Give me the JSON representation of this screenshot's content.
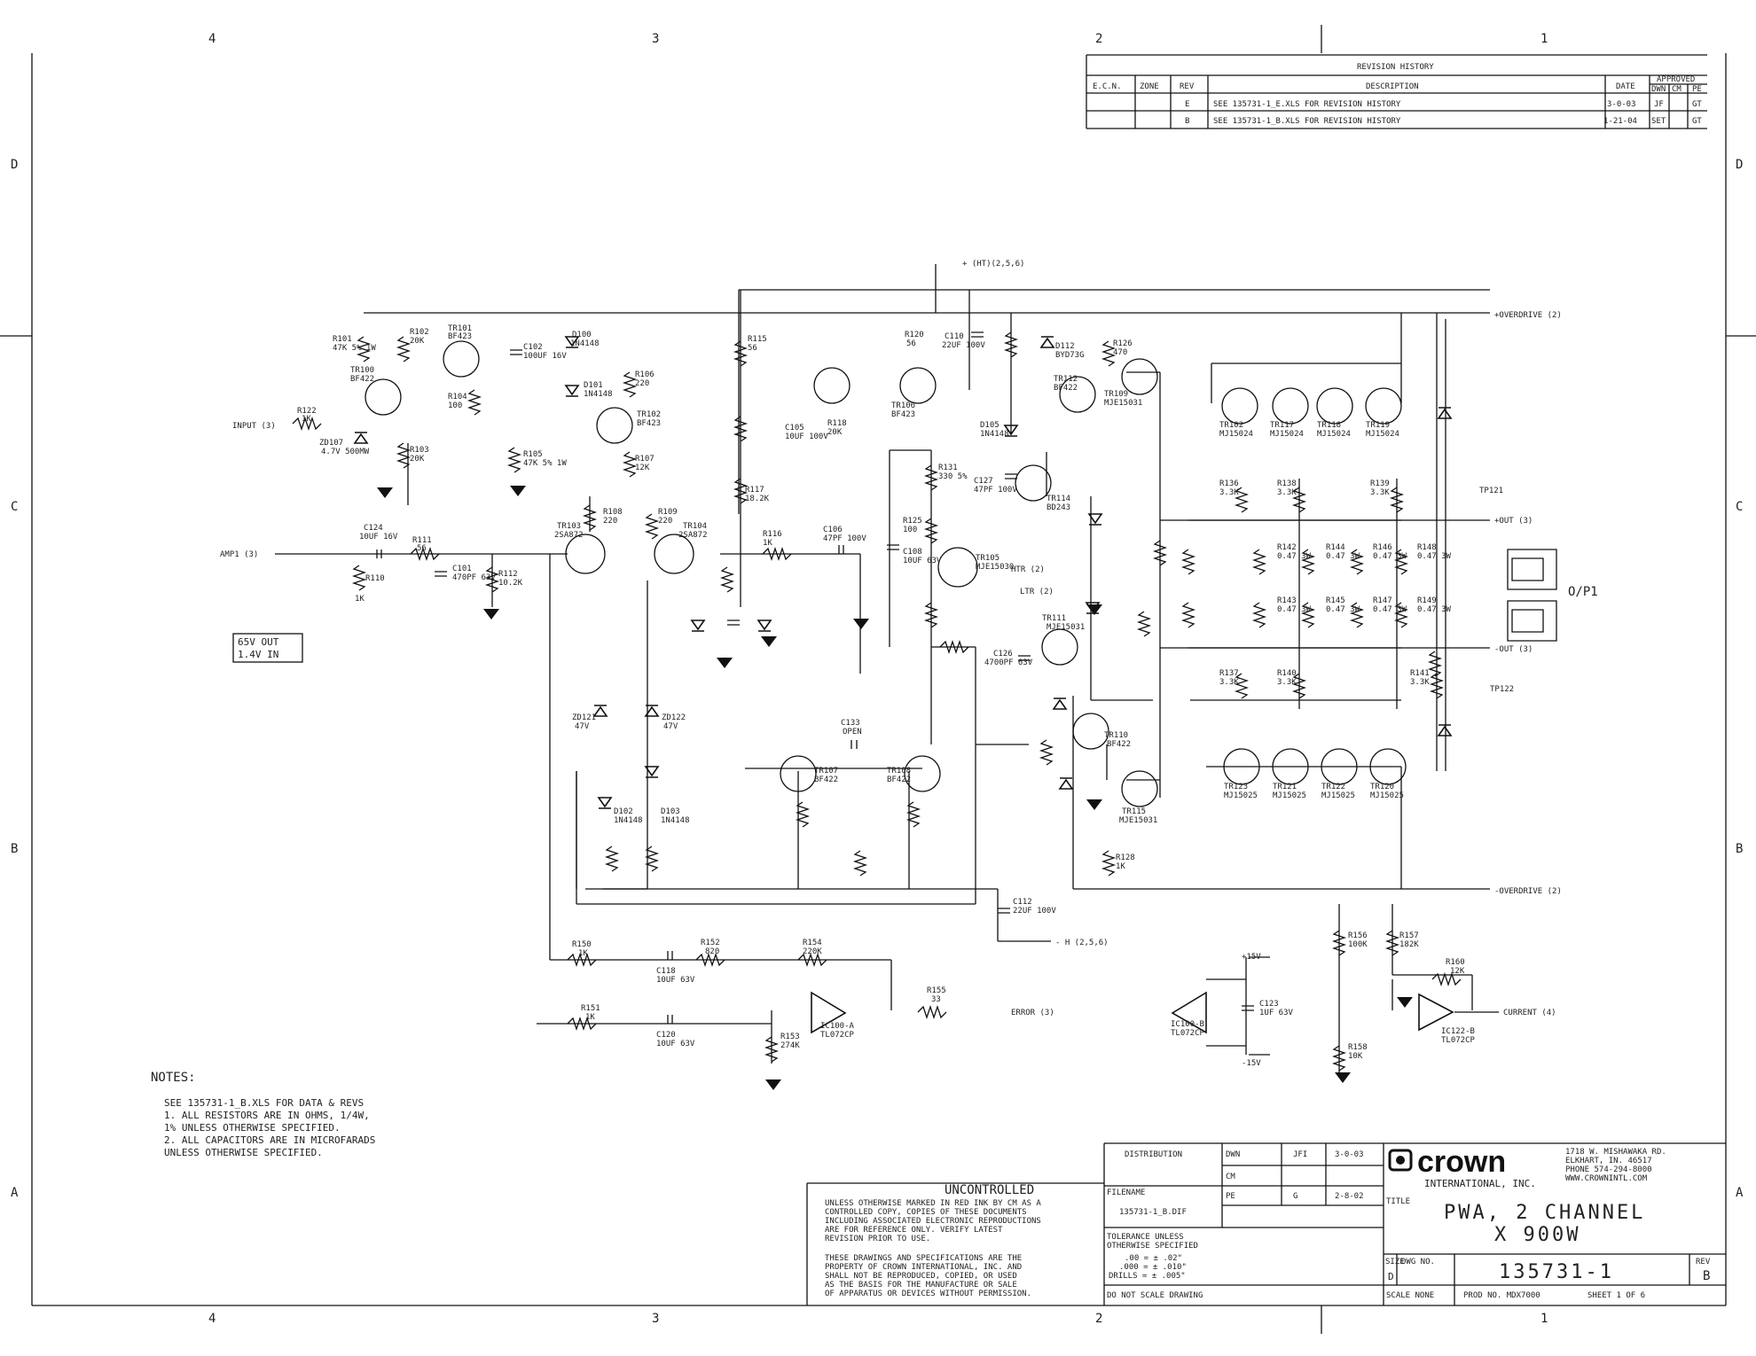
{
  "zones": {
    "top": [
      "4",
      "3",
      "2",
      "1"
    ],
    "side": [
      "D",
      "C",
      "B",
      "A"
    ]
  },
  "revision_history": {
    "title": "REVISION HISTORY",
    "headers": [
      "E.C.N.",
      "ZONE",
      "REV",
      "DESCRIPTION",
      "DATE",
      "APPROVED",
      "DWN",
      "CM",
      "PE"
    ],
    "rows": [
      {
        "rev": "E",
        "description": "SEE 135731-1_E.XLS FOR REVISION HISTORY",
        "date": "3-0-03",
        "dwn": "JF",
        "pe": "GT"
      },
      {
        "rev": "B",
        "description": "SEE 135731-1_B.XLS FOR REVISION HISTORY",
        "date": "1-21-04",
        "dwn": "SET",
        "pe": "GT"
      }
    ]
  },
  "nets": {
    "top_rail": "+ (HT)(2,5,6)",
    "override_pos": "+OVERDRIVE (2)",
    "override_neg": "-OVERDRIVE (2)",
    "out_pos": "+OUT (3)",
    "out_neg": "-OUT (3)",
    "bottom_rail": "- H (2,5,6)",
    "input_left": "INPUT (3)",
    "input_amp": "AMP1 (3)",
    "error": "ERROR (3)",
    "current_limit": "CURRENT (4)",
    "htr": "HTR (2)",
    "ltr": "LTR (2)",
    "pos15": "+15V",
    "neg15": "-15V"
  },
  "components": {
    "r101": "R101",
    "r101_val": "47K 5% 1W",
    "r102": "R102",
    "r102_val": "20K",
    "r103": "R103",
    "r103_val": "20K",
    "r104": "R104",
    "r104_val": "100",
    "r105": "R105",
    "r105_val": "47K 5% 1W",
    "r106": "R106",
    "r106_val": "220",
    "r107": "R107",
    "r107_val": "12K",
    "r108": "R108",
    "r108_val": "220",
    "r109": "R109",
    "r109_val": "220",
    "r110": "R110",
    "r110_val": "1K",
    "r111": "R111",
    "r111_val": "56",
    "r112": "R112",
    "r112_val": "10.2K",
    "r115": "R115",
    "r115_val": "56",
    "r116": "R116",
    "r116_val": "1K",
    "r117": "R117",
    "r117_val": "18.2K",
    "r118": "R118",
    "r118_val": "20K",
    "r120": "R120",
    "r120_val": "56",
    "r122": "R122",
    "r122_val": "1K",
    "r125": "R125",
    "r125_val": "100",
    "r126": "R126",
    "r126_val": "470",
    "r128": "R128",
    "r128_val": "1K",
    "r131": "R131",
    "r131_val": "330 5%",
    "tr100": "TR100",
    "tr100_type": "BF422",
    "tr101": "TR101",
    "tr101_type": "BF423",
    "tr102": "TR102",
    "tr102_type": "BF423",
    "tr103": "TR103",
    "tr103_type": "2SA872",
    "tr104": "TR104",
    "tr104_type": "2SA872",
    "tr105": "TR105",
    "tr105_type": "MJE15030",
    "tr106": "TR106",
    "tr106_type": "BF423",
    "tr107": "TR107",
    "tr107_type": "BF422",
    "tr108": "TR108",
    "tr108_type": "BF422",
    "tr109": "TR109",
    "tr109_type": "MJE15031",
    "tr110": "TR110",
    "tr110_type": "BF422",
    "tr111": "TR111",
    "tr111_type": "MJE15031",
    "tr112": "TR112",
    "tr112_type": "BF422",
    "tr114": "TR114",
    "tr114_type": "BD243",
    "tr115": "TR115",
    "tr115_type": "MJE15031",
    "trp1": "TR102",
    "trp1_type": "MJ15024",
    "trp2": "TR117",
    "trp2_type": "MJ15024",
    "trp3": "TR118",
    "trp3_type": "MJ15024",
    "trp4": "TR119",
    "trp4_type": "MJ15024",
    "trn1": "TR123",
    "trn1_type": "MJ15025",
    "trn2": "TR121",
    "trn2_type": "MJ15025",
    "trn3": "TR122",
    "trn3_type": "MJ15025",
    "trn4": "TR120",
    "trn4_type": "MJ15025",
    "c101": "C101",
    "c101_val": "470PF 63V",
    "c102": "C102",
    "c102_val": "100UF 16V",
    "c105": "C105",
    "c105_val": "10UF 100V",
    "c106": "C106",
    "c106_val": "47PF 100V",
    "c108": "C108",
    "c108_val": "10UF 63V",
    "c110": "C110",
    "c110_val": "22UF 100V",
    "c124": "C124",
    "c124_val": "10UF 16V",
    "c126": "C126",
    "c126_val": "4700PF 63V",
    "c127": "C127",
    "c127_val": "47PF 100V",
    "c133": "C133",
    "c133_val": "OPEN",
    "c112": "C112",
    "c112_val": "22UF 100V",
    "d100": "D100",
    "d100_type": "1N4148",
    "d101": "D101",
    "d101_type": "1N4148",
    "d102": "D102",
    "d102_type": "1N4148",
    "d103": "D103",
    "d103_type": "1N4148",
    "d105": "D105",
    "d105_type": "1N4148",
    "d112": "D112",
    "d112_type": "BYD73G",
    "zd107": "ZD107",
    "zd107_val": "4.7V 500MW",
    "zd121": "ZD121",
    "zd121_val": "47V",
    "zd122": "ZD122",
    "zd122_val": "47V",
    "emit_r": [
      "R142",
      "R144",
      "R146",
      "R148",
      "R143",
      "R145",
      "R147",
      "R149"
    ],
    "emit_val": "0.47 3W",
    "base_r": [
      "R136",
      "R138",
      "R137",
      "R139",
      "R140",
      "R141"
    ],
    "base_val": "3.3K",
    "r150": "R150",
    "r150_val": "1K",
    "r151": "R151",
    "r151_val": "1K",
    "r152": "R152",
    "r152_val": "820",
    "r153": "R153",
    "r153_val": "274K",
    "r154": "R154",
    "r154_val": "220K",
    "r155": "R155",
    "r155_val": "33",
    "r156": "R156",
    "r156_val": "100K",
    "r157": "R157",
    "r157_val": "182K",
    "r158": "R158",
    "r158_val": "10K",
    "r160": "R160",
    "r160_val": "12K",
    "c118": "C118",
    "c118_val": "10UF 63V",
    "c120": "C120",
    "c120_val": "10UF 63V",
    "c123": "C123",
    "c123_val": "1UF 63V",
    "ic1": "IC100-A",
    "ic1_type": "TL072CP",
    "ic2": "IC100-B",
    "ic2_type": "TL072CP",
    "ic3": "IC122-B",
    "ic3_type": "TL072CP",
    "output_label": "O/P1",
    "tp": "TP121",
    "tp2": "TP122"
  },
  "test_box": {
    "line1": "65V OUT",
    "line2": "1.4V IN"
  },
  "notes": {
    "title": "NOTES:",
    "lines": [
      "SEE 135731-1_B.XLS FOR DATA & REVS",
      "1. ALL RESISTORS ARE IN OHMS, 1/4W,",
      "   1% UNLESS OTHERWISE SPECIFIED.",
      "2. ALL CAPACITORS ARE IN MICROFARADS",
      "   UNLESS OTHERWISE SPECIFIED."
    ]
  },
  "title_block": {
    "uncontrolled_title": "UNCONTROLLED",
    "uncontrolled_text": [
      "UNLESS OTHERWISE MARKED IN RED INK BY CM AS A",
      "CONTROLLED COPY, COPIES OF THESE DOCUMENTS",
      "INCLUDING ASSOCIATED ELECTRONIC REPRODUCTIONS",
      "ARE FOR REFERENCE ONLY. VERIFY LATEST",
      "REVISION PRIOR TO USE."
    ],
    "property_text": [
      "THESE DRAWINGS AND SPECIFICATIONS ARE THE",
      "PROPERTY OF CROWN INTERNATIONAL, INC. AND",
      "SHALL NOT BE REPRODUCED, COPIED, OR USED",
      "AS THE BASIS FOR THE MANUFACTURE OR SALE",
      "OF APPARATUS OR DEVICES WITHOUT PERMISSION."
    ],
    "distribution": "DISTRIBUTION",
    "dwn": "DWN",
    "dwn_name": "JFI",
    "dwn_date": "3-0-03",
    "cm": "CM",
    "pe": "PE",
    "pe_name": "G",
    "pe_date": "2-8-02",
    "filename_label": "FILENAME",
    "filename": "135731-1_B.DIF",
    "tolerance": [
      "TOLERANCE UNLESS",
      "OTHERWISE SPECIFIED"
    ],
    "tolerances": [
      ".00 = ± .02\"",
      ".000 = ± .010\"",
      "DRILLS = ± .005\""
    ],
    "do_not_scale": "DO NOT SCALE DRAWING",
    "company": "crown",
    "company_sub": "INTERNATIONAL, INC.",
    "address": [
      "1718 W. MISHAWAKA RD.",
      "ELKHART, IN. 46517",
      "PHONE 574-294-8000",
      "WWW.CROWNINTL.COM"
    ],
    "title_label": "TITLE",
    "title_lines": [
      "PWA, 2 CHANNEL",
      "X 900W"
    ],
    "size_label": "SIZE",
    "size": "D",
    "dwg_no_label": "DWG NO.",
    "dwg_no": "135731-1",
    "rev_label": "REV",
    "rev": "B",
    "scale": "SCALE NONE",
    "prod_no": "PROD NO. MDX7000",
    "sheet": "SHEET 1 OF 6"
  }
}
